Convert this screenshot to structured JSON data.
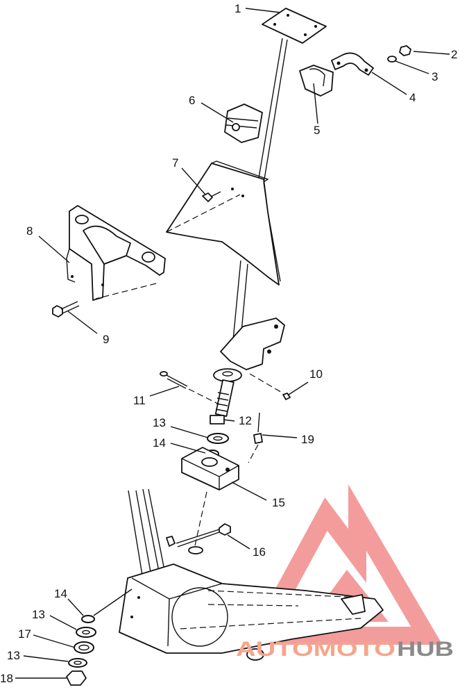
{
  "callouts": [
    {
      "id": "callout-1",
      "text": "1"
    },
    {
      "id": "callout-2",
      "text": "2"
    },
    {
      "id": "callout-3",
      "text": "3"
    },
    {
      "id": "callout-4",
      "text": "4"
    },
    {
      "id": "callout-5",
      "text": "5"
    },
    {
      "id": "callout-6",
      "text": "6"
    },
    {
      "id": "callout-7",
      "text": "7"
    },
    {
      "id": "callout-8",
      "text": "8"
    },
    {
      "id": "callout-9",
      "text": "9"
    },
    {
      "id": "callout-10",
      "text": "10"
    },
    {
      "id": "callout-11",
      "text": "11"
    },
    {
      "id": "callout-12",
      "text": "12"
    },
    {
      "id": "callout-13a",
      "text": "13"
    },
    {
      "id": "callout-14a",
      "text": "14"
    },
    {
      "id": "callout-15",
      "text": "15"
    },
    {
      "id": "callout-16",
      "text": "16"
    },
    {
      "id": "callout-19",
      "text": "19"
    },
    {
      "id": "callout-14b",
      "text": "14"
    },
    {
      "id": "callout-13b",
      "text": "13"
    },
    {
      "id": "callout-17",
      "text": "17"
    },
    {
      "id": "callout-13c",
      "text": "13"
    },
    {
      "id": "callout-18",
      "text": "18"
    }
  ],
  "watermark": {
    "part1": "AUTOMOTO",
    "part2": "HUB",
    "color1": "#f5a58c",
    "color2": "#8a8a8a",
    "logo_color": "#f28b8b"
  }
}
